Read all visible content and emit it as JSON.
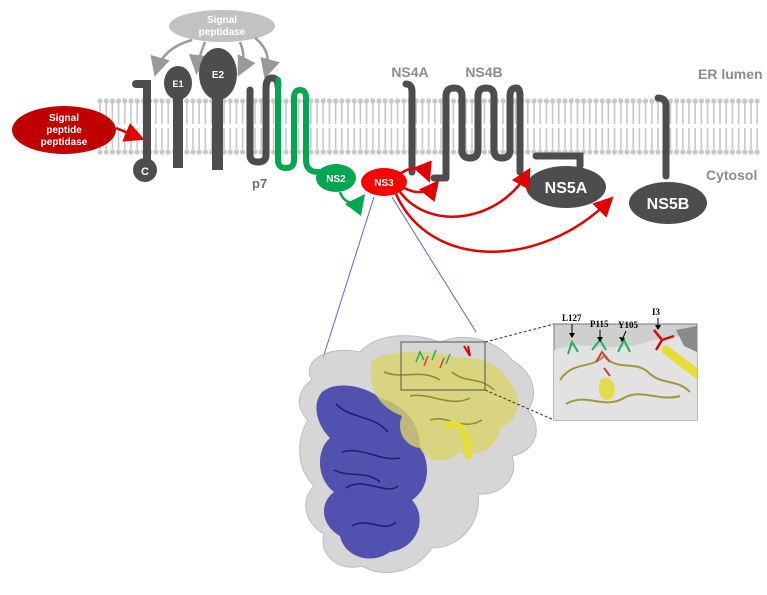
{
  "labels": {
    "signal_peptidase_line1": "Signal",
    "signal_peptidase_line2": "peptidase",
    "spp_line1": "Signal",
    "spp_line2": "peptide",
    "spp_line3": "peptidase",
    "c": "C",
    "e1": "E1",
    "e2": "E2",
    "p7": "p7",
    "ns2": "NS2",
    "ns3": "NS3",
    "ns4a": "NS4A",
    "ns4b": "NS4B",
    "ns5a": "NS5A",
    "ns5b": "NS5B",
    "er_lumen": "ER lumen",
    "cytosol": "Cytosol"
  },
  "residues": {
    "l127": "L127",
    "p115": "P115",
    "y105": "Y105",
    "i3": "I3"
  },
  "colors": {
    "membrane": "#c8c8c8",
    "protein_dark": "#4d4d4d",
    "signal_peptidase": "#c2c2c2",
    "spp": "#c00000",
    "ns2": "#00a650",
    "ns3": "#ff0000",
    "arrow_red": "#e00000",
    "arrow_grey": "#9a9a9a",
    "zoom_line": "#4a6fd0",
    "helicase_blue": "#3a3aa8",
    "protease_yellow": "#d9d36a",
    "surface": "#c9c9c9"
  }
}
